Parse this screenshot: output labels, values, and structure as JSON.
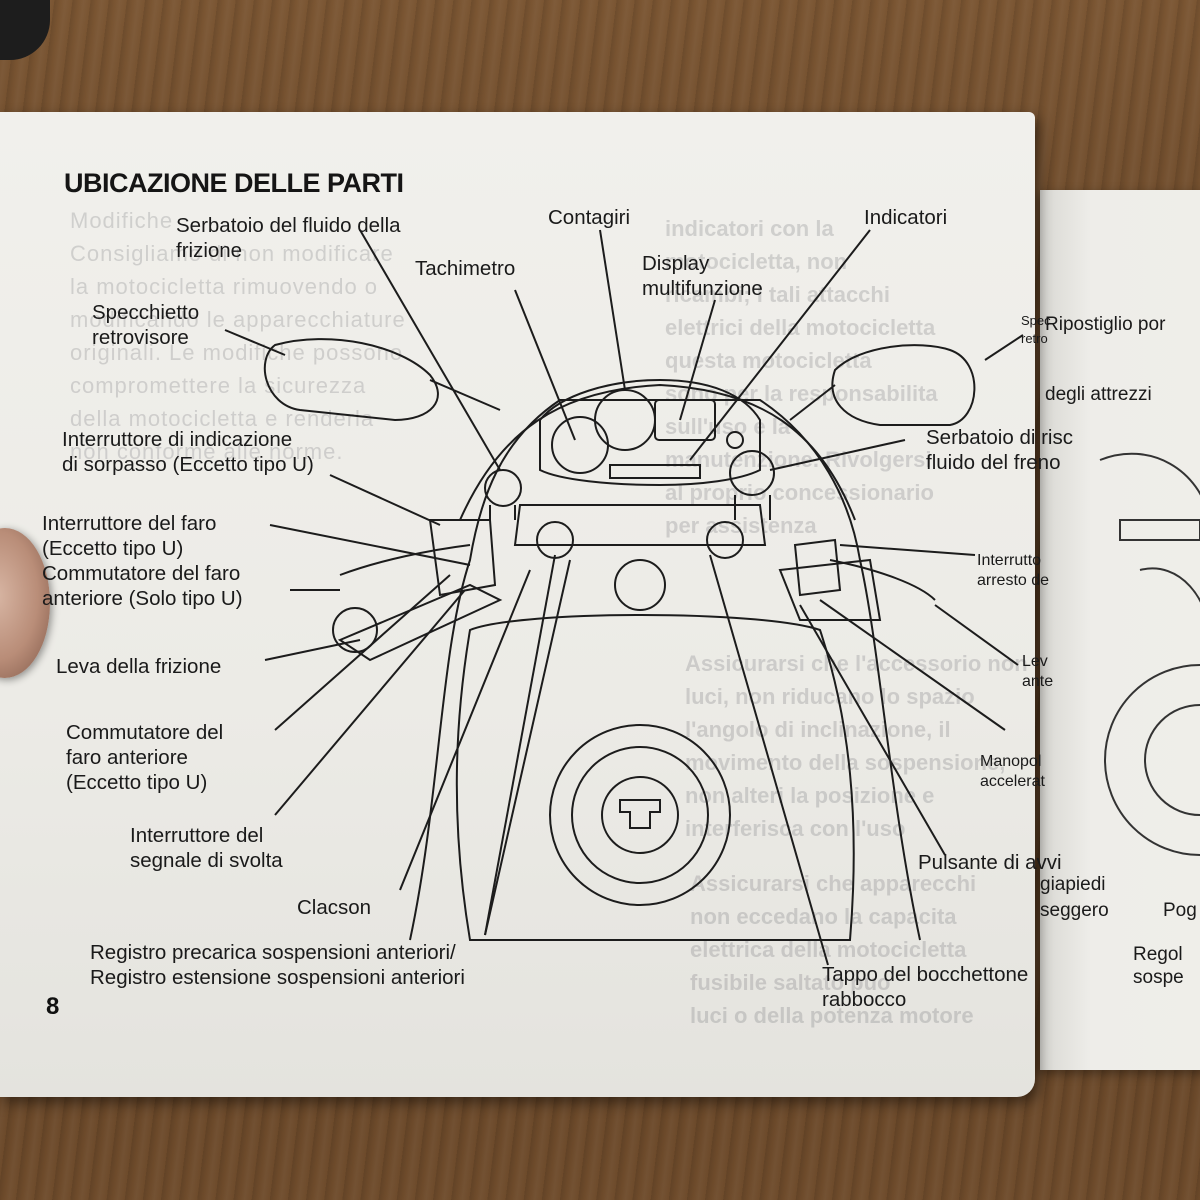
{
  "page": {
    "title": "UBICAZIONE DELLE PARTI",
    "number": "8"
  },
  "labels": {
    "serbatoio_frizione": [
      "Serbatoio del fluido della",
      "frizione"
    ],
    "contagiri": "Contagiri",
    "indicatori": "Indicatori",
    "tachimetro": "Tachimetro",
    "display": [
      "Display",
      "multifunzione"
    ],
    "specchietto": [
      "Specchietto",
      "retrovisore"
    ],
    "sorpasso": [
      "Interruttore di indicazione",
      "di sorpasso (Eccetto tipo U)"
    ],
    "serbatoio_freno": [
      "Serbatoio di risc",
      "fluido del freno"
    ],
    "faro": [
      "Interruttore del faro",
      "(Eccetto tipo U)",
      "Commutatore del faro",
      "anteriore (Solo tipo U)"
    ],
    "interruttore_arresto": [
      "Interrutto",
      "arresto de"
    ],
    "leva_frizione": "Leva della frizione",
    "leva_anteriore": [
      "Lev",
      "ante"
    ],
    "commutatore_faro": [
      "Commutatore del",
      "faro anteriore",
      "(Eccetto tipo U)"
    ],
    "manopola": [
      "Manopol",
      "accelerat"
    ],
    "svolta": [
      "Interruttore del",
      "segnale di svolta"
    ],
    "pulsante": "Pulsante di avvi",
    "clacson": "Clacson",
    "registro": [
      "Registro precarica sospensioni anteriori/",
      "Registro estensione sospensioni anteriori"
    ],
    "tappo": [
      "Tappo del bocchettone",
      "rabbocco"
    ]
  },
  "right_page": {
    "ripostiglio": [
      "Ripostiglio por",
      "degli attrezzi"
    ],
    "specchietto_right": [
      "Spec",
      "retro"
    ],
    "poggiapiedi": [
      "giapiedi",
      "seggero"
    ],
    "pog": "Pog",
    "regol": [
      "Regol",
      "sospe"
    ]
  },
  "bleed_through": {
    "left": "Modifiche\nConsigliamo di non modificare\nla motocicletta rimuovendo o\nmodificando le apparecchiature\noriginali. Le modifiche possono\ncompromettere la sicurezza\ndella motocicletta e renderla\nnon conforme alle norme.",
    "right": "indicatori con la\nmotocicletta, non\nricambi; i tali attacchi\nelettrici della motocicletta\nquesta motocicletta\nsono per la responsabilita\nsull'uso e la\nmanutenzione. Rivolgersi\nal proprio concessionario\nper assistenza",
    "low": "Assicurarsi che l'accessorio non\nluci, non riducano lo spazio\nl'angolo di inclinazione, il\nmovimento della sospensione,\nnon alteri la posizione e\ninterferisca con l'uso",
    "low2": "Assicurarsi che apparecchi\nnon eccedano la capacita\nelettrica della motocicletta\nfusibile saltato puo\nluci o della potenza motore"
  }
}
